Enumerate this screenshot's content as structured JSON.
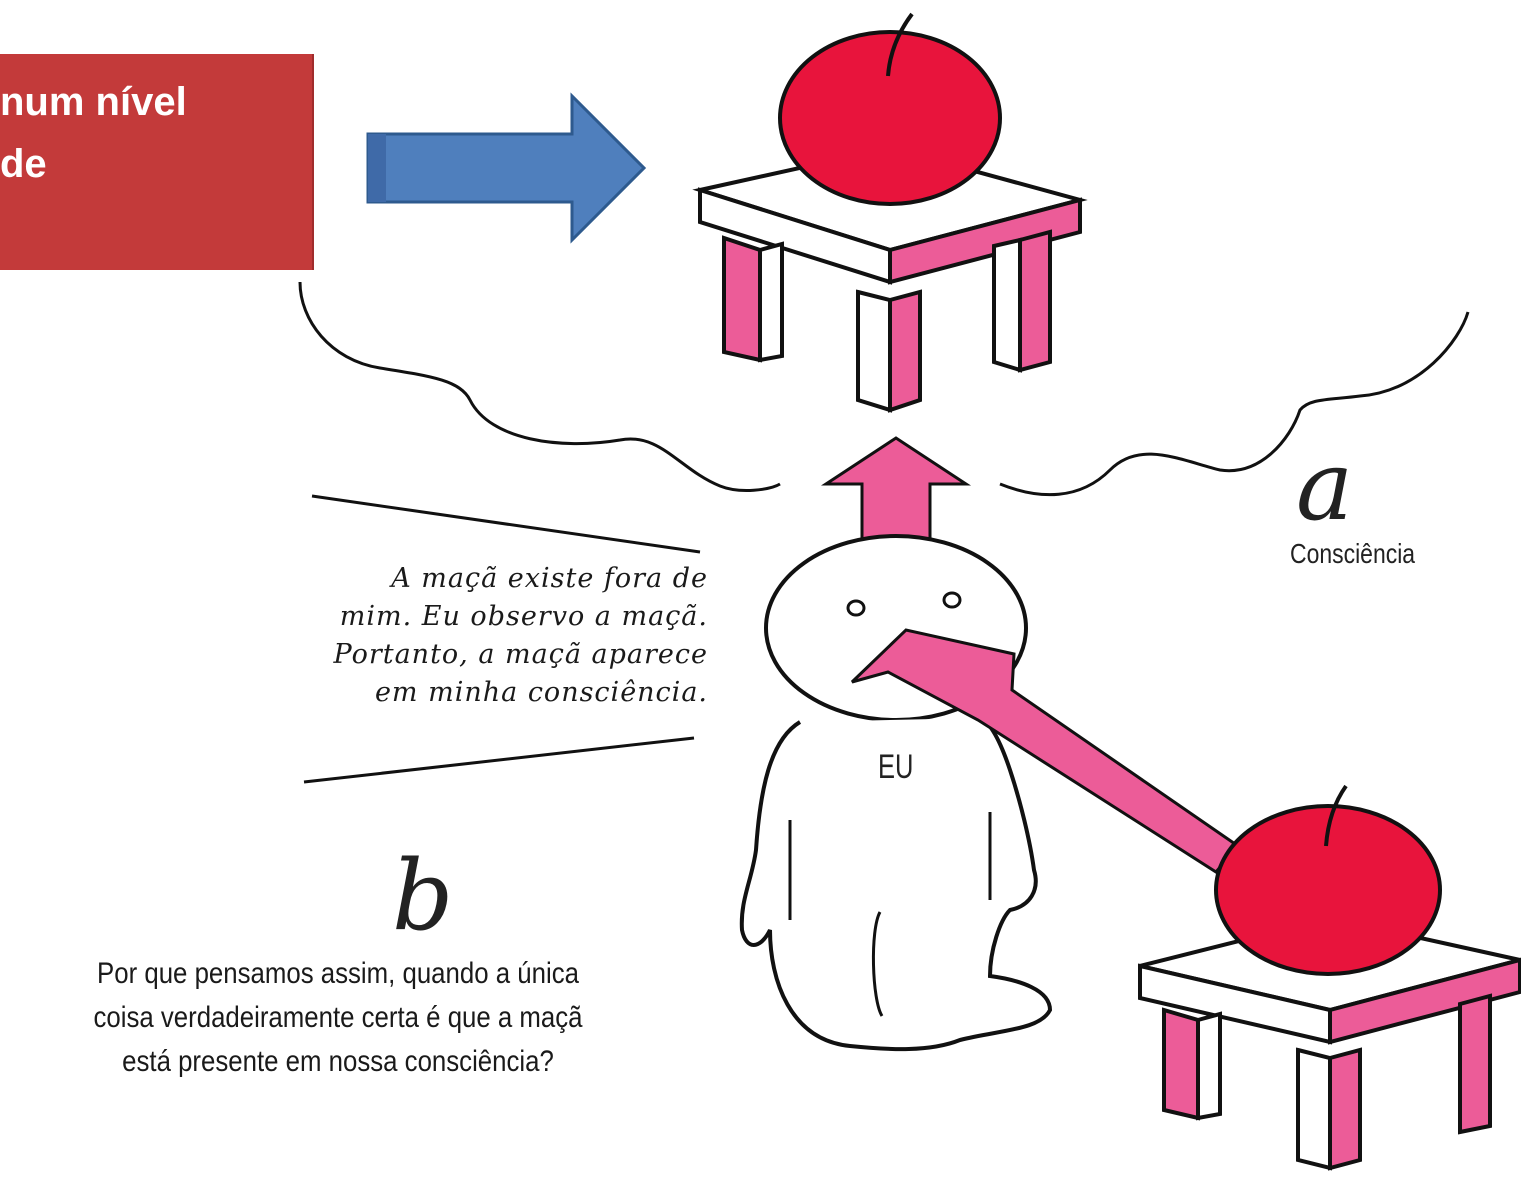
{
  "header_box": {
    "line1": "num nível",
    "line2": "de"
  },
  "quote": {
    "line1": "A maçã existe fora de",
    "line2": "mim. Eu observo a maçã.",
    "line3": "Portanto, a maçã aparece",
    "line4": "em minha consciência."
  },
  "labels": {
    "consciousness": "Consciência",
    "self": "EU",
    "glyph_a": "a",
    "glyph_b": "b"
  },
  "question": {
    "line1": "Por que pensamos assim, quando a única",
    "line2": "coisa verdadeiramente certa é que a maçã",
    "line3": "está presente em nossa consciência?"
  },
  "colors": {
    "apple": "#e8143c",
    "pink": "#ec5c98",
    "blue_arrow": "#4f7fbd",
    "red_box": "#c33a3a",
    "outline": "#111111"
  }
}
